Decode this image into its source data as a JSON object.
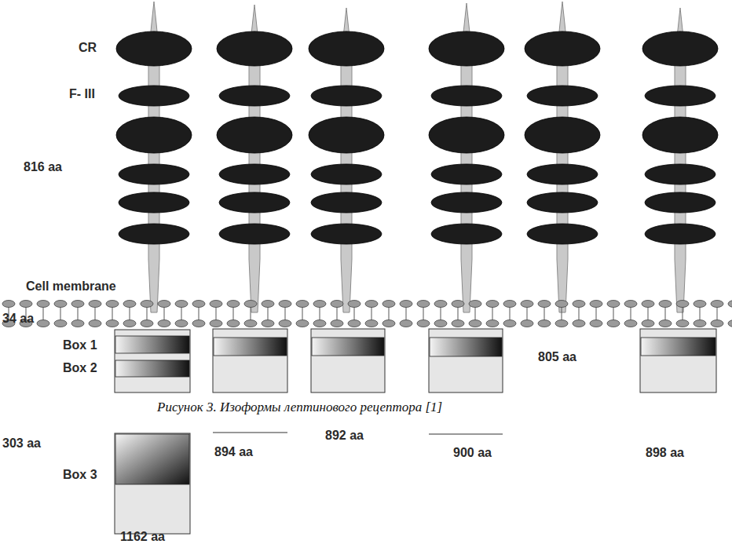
{
  "diagram": {
    "caption": "Рисунок 3. Изоформы лептинового рецептора [1]",
    "labels": [
      "CR",
      "F- III",
      "816 aa",
      "Cell membrane",
      "34 aa",
      "Box 1",
      "Box 2",
      "805 aa",
      "303 aa",
      "894 aa",
      "892 aa",
      "900 aa",
      "898 aa",
      "Box 3",
      "1162 aa"
    ]
  }
}
